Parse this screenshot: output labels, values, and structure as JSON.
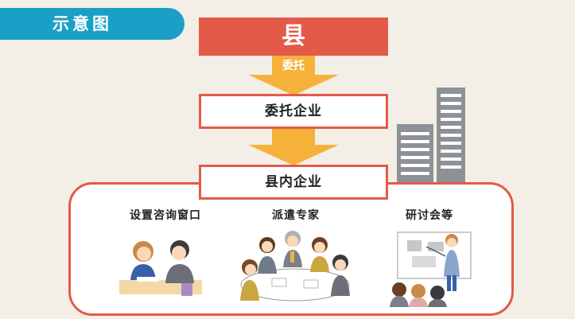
{
  "tab": {
    "title": "示意图"
  },
  "top_box": {
    "label": "县"
  },
  "arrow1": {
    "label": "委托"
  },
  "box1": {
    "label": "委托企业"
  },
  "box2": {
    "label": "县内企业"
  },
  "activities": [
    {
      "label": "设置咨询窗口"
    },
    {
      "label": "派遣专家"
    },
    {
      "label": "研讨会等"
    }
  ],
  "colors": {
    "tab": "#1aa0c7",
    "red": "#e45a49",
    "arrow": "#f6b13b",
    "background": "#f3efe7",
    "building": "#8e9196"
  }
}
